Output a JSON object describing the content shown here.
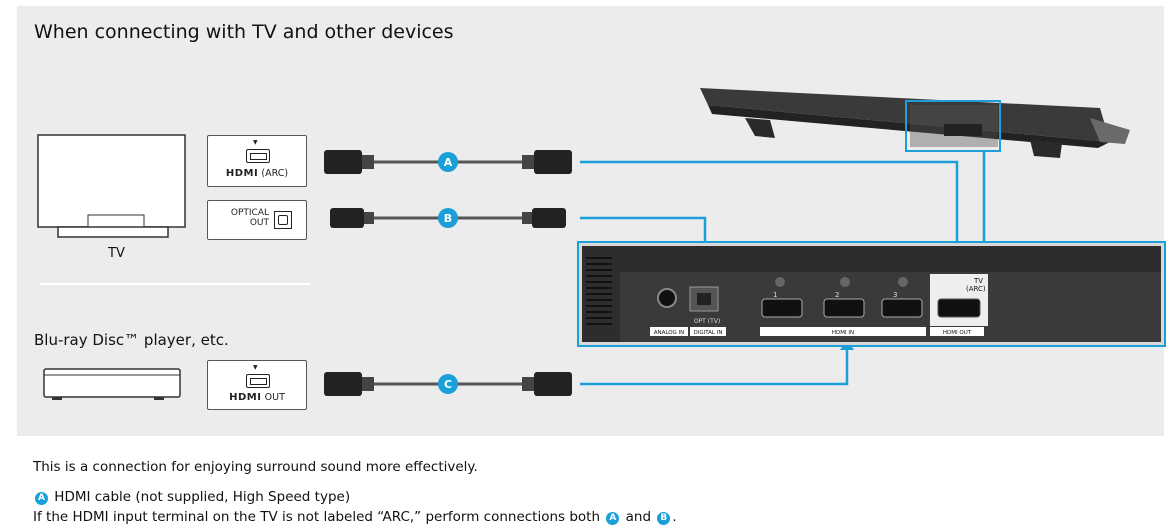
{
  "title": "When connecting with TV and other devices",
  "devices": {
    "tv_label": "TV",
    "bd_label": "Blu-ray Disc™ player, etc."
  },
  "ports": {
    "tv_hdmi": {
      "word": "HDMI",
      "suffix": "(ARC)"
    },
    "tv_optical": {
      "line1": "OPTICAL",
      "line2": "OUT"
    },
    "bd_hdmi": {
      "word": "HDMI",
      "suffix": "OUT"
    }
  },
  "cables": [
    {
      "id": "A"
    },
    {
      "id": "B"
    },
    {
      "id": "C"
    }
  ],
  "soundbar_panel": {
    "analog_in": "ANALOG IN",
    "digital_in": "DIGITAL IN",
    "opt_tv": "OPT (TV)",
    "hdmi_in": "HDMI IN",
    "hdmi_out": "HDMI OUT",
    "tv_arc_line1": "TV",
    "tv_arc_line2": "(ARC)",
    "hdmi_in_numbers": [
      "1",
      "2",
      "3"
    ]
  },
  "colors": {
    "accent": "#1a9fd8",
    "panel_bg": "#ececec"
  },
  "footer": {
    "line1": "This is a connection for enjoying surround sound more effectively.",
    "line2_badge": "A",
    "line2_text": "HDMI cable (not supplied, High Speed type)",
    "line3_pre": "If the HDMI input terminal on the TV is not labeled “ARC,” perform connections both",
    "line3_badge1": "A",
    "line3_mid": "and",
    "line3_badge2": "B",
    "line3_post": "."
  }
}
